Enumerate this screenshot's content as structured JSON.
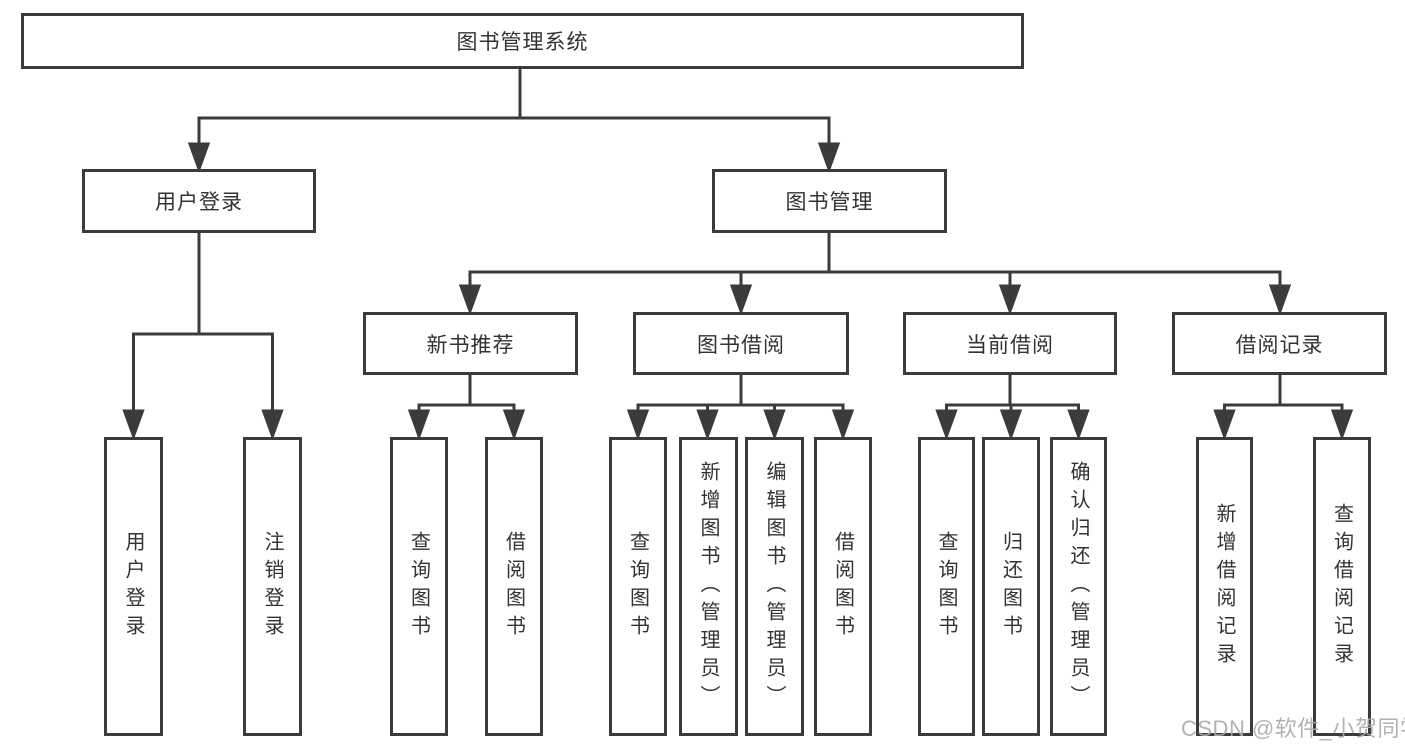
{
  "diagram": {
    "root": {
      "label": "图书管理系统"
    },
    "level2": [
      {
        "label": "用户登录"
      },
      {
        "label": "图书管理"
      }
    ],
    "level3": [
      {
        "label": "新书推荐"
      },
      {
        "label": "图书借阅"
      },
      {
        "label": "当前借阅"
      },
      {
        "label": "借阅记录"
      }
    ],
    "leaves": {
      "user_login": [
        "用户登录",
        "注销登录"
      ],
      "new_book": [
        "查询图书",
        "借阅图书"
      ],
      "book_borrow": [
        "查询图书",
        "新增图书（管理员）",
        "编辑图书（管理员）",
        "借阅图书"
      ],
      "current_borrow": [
        "查询图书",
        "归还图书",
        "确认归还（管理员）"
      ],
      "borrow_record": [
        "新增借阅记录",
        "查询借阅记录"
      ]
    },
    "colors": {
      "line": "#3b3b3b",
      "box_border": "#3b3b3b",
      "box_fill": "#ffffff",
      "text": "#333333",
      "watermark": "#aaaaaa",
      "background": "#ffffff"
    }
  },
  "watermark": {
    "text": "CSDN @软件_小贺同学"
  }
}
